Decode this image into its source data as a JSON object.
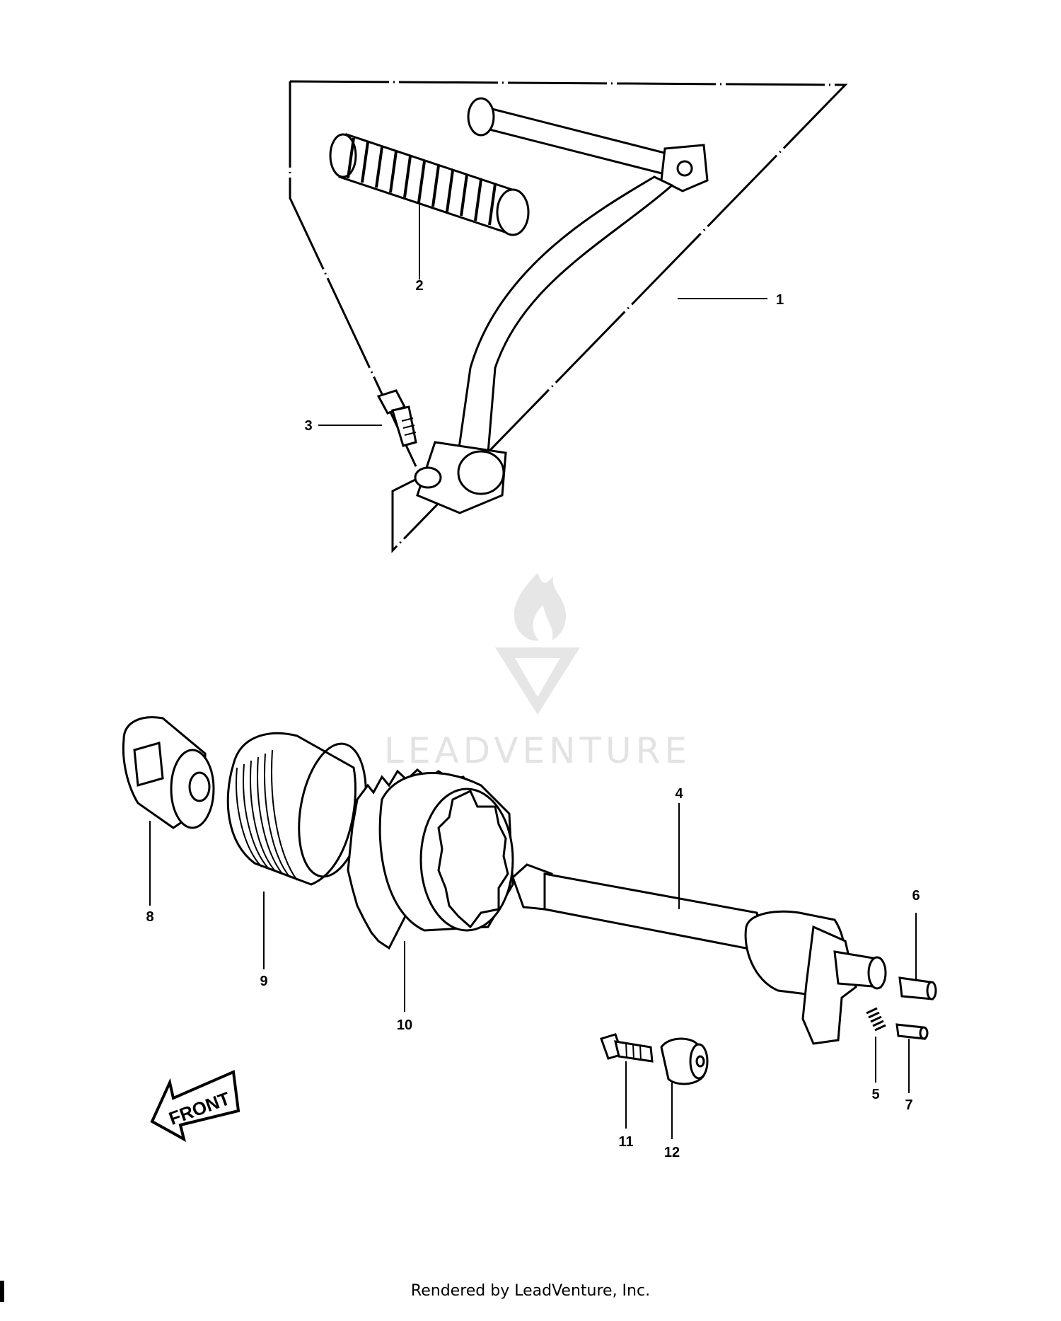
{
  "callouts": {
    "c1": "1",
    "c2": "2",
    "c3": "3",
    "c4": "4",
    "c5": "5",
    "c6": "6",
    "c7": "7",
    "c8": "8",
    "c9": "9",
    "c10": "10",
    "c11": "11",
    "c12": "12"
  },
  "direction_arrow": {
    "label": "FRONT"
  },
  "watermark": {
    "text": "LEADVENTURE"
  },
  "footer": {
    "text": "Rendered by LeadVenture, Inc."
  },
  "colors": {
    "line": "#000000",
    "background": "#ffffff",
    "watermark": "#e3e3e3"
  }
}
